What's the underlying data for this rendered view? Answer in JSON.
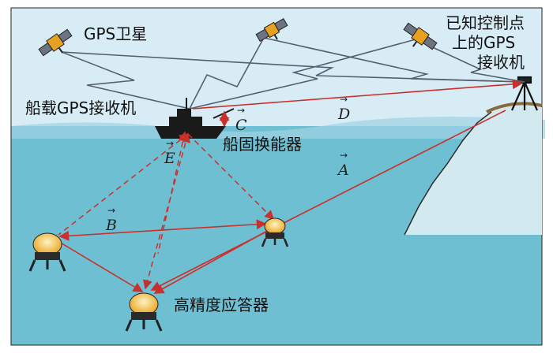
{
  "labels": {
    "gps_satellite": "GPS卫星",
    "known_station_line1": "已知控制点",
    "known_station_line2": "上的GPS",
    "known_station_line3": "接收机",
    "ship_receiver": "船载GPS接收机",
    "ship_transducer": "船固换能器",
    "transponder": "高精度应答器"
  },
  "vectors": {
    "A": "A",
    "B": "B",
    "C": "C",
    "D": "D",
    "E": "E",
    "arrow_glyph": "→"
  },
  "colors": {
    "sky": "#d7ecf5",
    "sea": "#6fbfd3",
    "sea_surface": "#9fd3e3",
    "land": "#d1e9ef",
    "red": "#c9302c",
    "signal": "#55606e",
    "ship": "#1a1a1a",
    "transponder_yellow": "#f2b632"
  }
}
